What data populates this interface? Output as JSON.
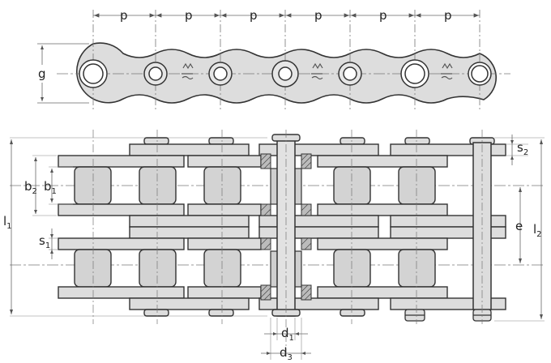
{
  "colors": {
    "background": "#ffffff",
    "plate_fill": "#dddddd",
    "roller_fill": "#cfcfcf",
    "outline": "#333333",
    "dimension_line": "#666666",
    "logo": "#555555"
  },
  "top_view": {
    "pitch_labels": [
      "p",
      "p",
      "p",
      "p",
      "p",
      "p"
    ],
    "height_label": "g",
    "logo_marks": 3
  },
  "section_view": {
    "labels": {
      "b2": {
        "main": "b",
        "sub": "2"
      },
      "b1": {
        "main": "b",
        "sub": "1"
      },
      "l1": {
        "main": "l",
        "sub": "1"
      },
      "s1": {
        "main": "s",
        "sub": "1"
      },
      "s2": {
        "main": "s",
        "sub": "2"
      },
      "e": {
        "main": "e",
        "sub": ""
      },
      "l2": {
        "main": "l",
        "sub": "2"
      },
      "d1": {
        "main": "d",
        "sub": "1"
      },
      "d3": {
        "main": "d",
        "sub": "3"
      }
    },
    "roller_columns": 6,
    "strands": 2
  }
}
